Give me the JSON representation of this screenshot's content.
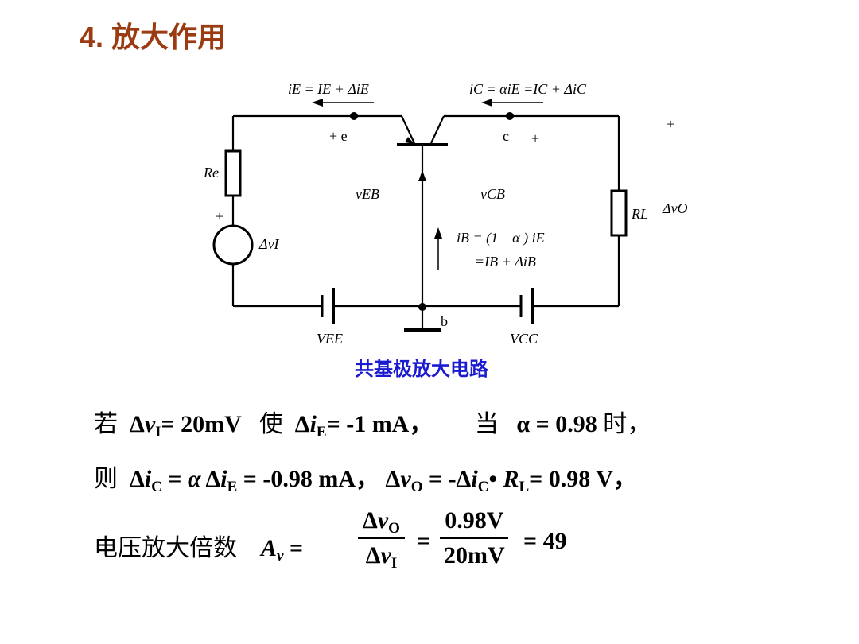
{
  "slide": {
    "title": "4. 放大作用",
    "caption": "共基极放大电路"
  },
  "circuit": {
    "eq_emitter": "iE = IE + ΔiE",
    "eq_collector": "iC = αiE =IC + ΔiC",
    "emitter_label": "+ e",
    "collector_label": "c",
    "collector_plus": "+",
    "label_Re": "Re",
    "label_vEB": "vEB",
    "label_vCB": "vCB",
    "minus1": "–",
    "minus2": "–",
    "label_RL": "RL",
    "label_dvO": "ΔvO",
    "out_plus": "+",
    "out_minus": "–",
    "src_plus": "+",
    "src_minus": "–",
    "label_dvI": "ΔvI",
    "eq_iB_1": "iB = (1 – α ) iE",
    "eq_iB_2": "=IB + ΔiB",
    "base_label": "b",
    "label_VEE": "VEE",
    "label_VCC": "VCC"
  },
  "text": {
    "l1_ruo": "若",
    "l1_expr1": "= 20mV",
    "l1_shi": "使",
    "l1_expr2": "= -1 mA，",
    "l1_dang": "当",
    "l1_alpha": "α = 0.98",
    "l1_time": "时，",
    "l2_ze": "则",
    "l2_expr1": "= -0.98 mA，",
    "l2_expr2": "= 0.98 V，",
    "l3_label": "电压放大倍数",
    "l3_num1": "0.98V",
    "l3_den1": "20mV",
    "l3_result": "= 49"
  }
}
